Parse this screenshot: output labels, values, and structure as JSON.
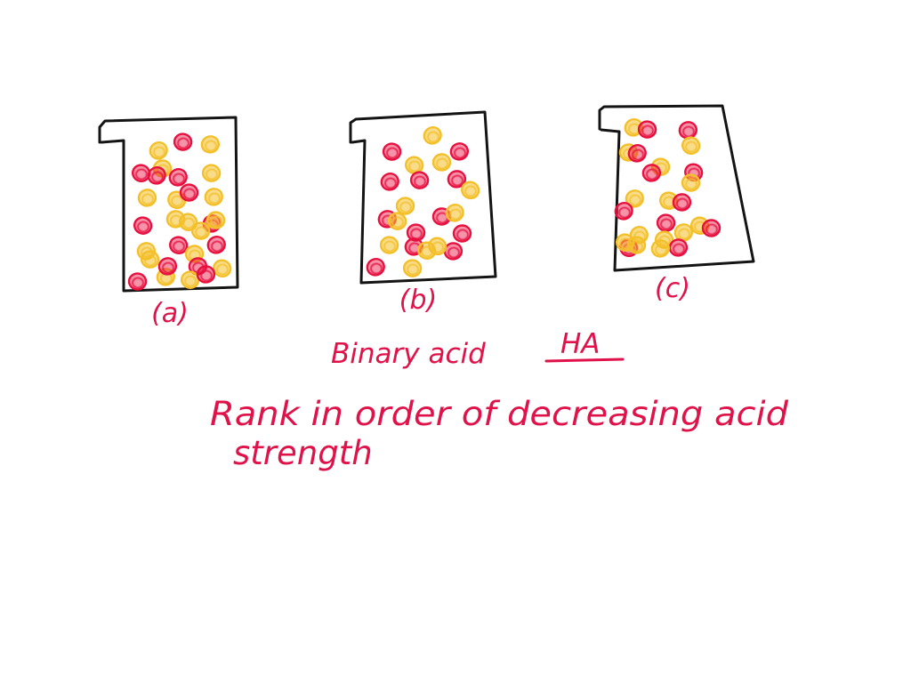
{
  "colors": {
    "background": "#ffffff",
    "ink_black": "#141414",
    "ink_red": "#e0124a",
    "particle_red": "#e8103f",
    "particle_yellow": "#f4c02a"
  },
  "beakers": [
    {
      "caption": "(a)",
      "red_particles": 13,
      "yellow_particles": 17
    },
    {
      "caption": "(b)",
      "red_particles": 14,
      "yellow_particles": 9
    },
    {
      "caption": "(c)",
      "red_particles": 12,
      "yellow_particles": 13
    }
  ],
  "notes": {
    "line1_left": "Binary acid",
    "line1_right": "HA",
    "line2": "Rank in order of decreasing acid",
    "line3": "strength"
  }
}
